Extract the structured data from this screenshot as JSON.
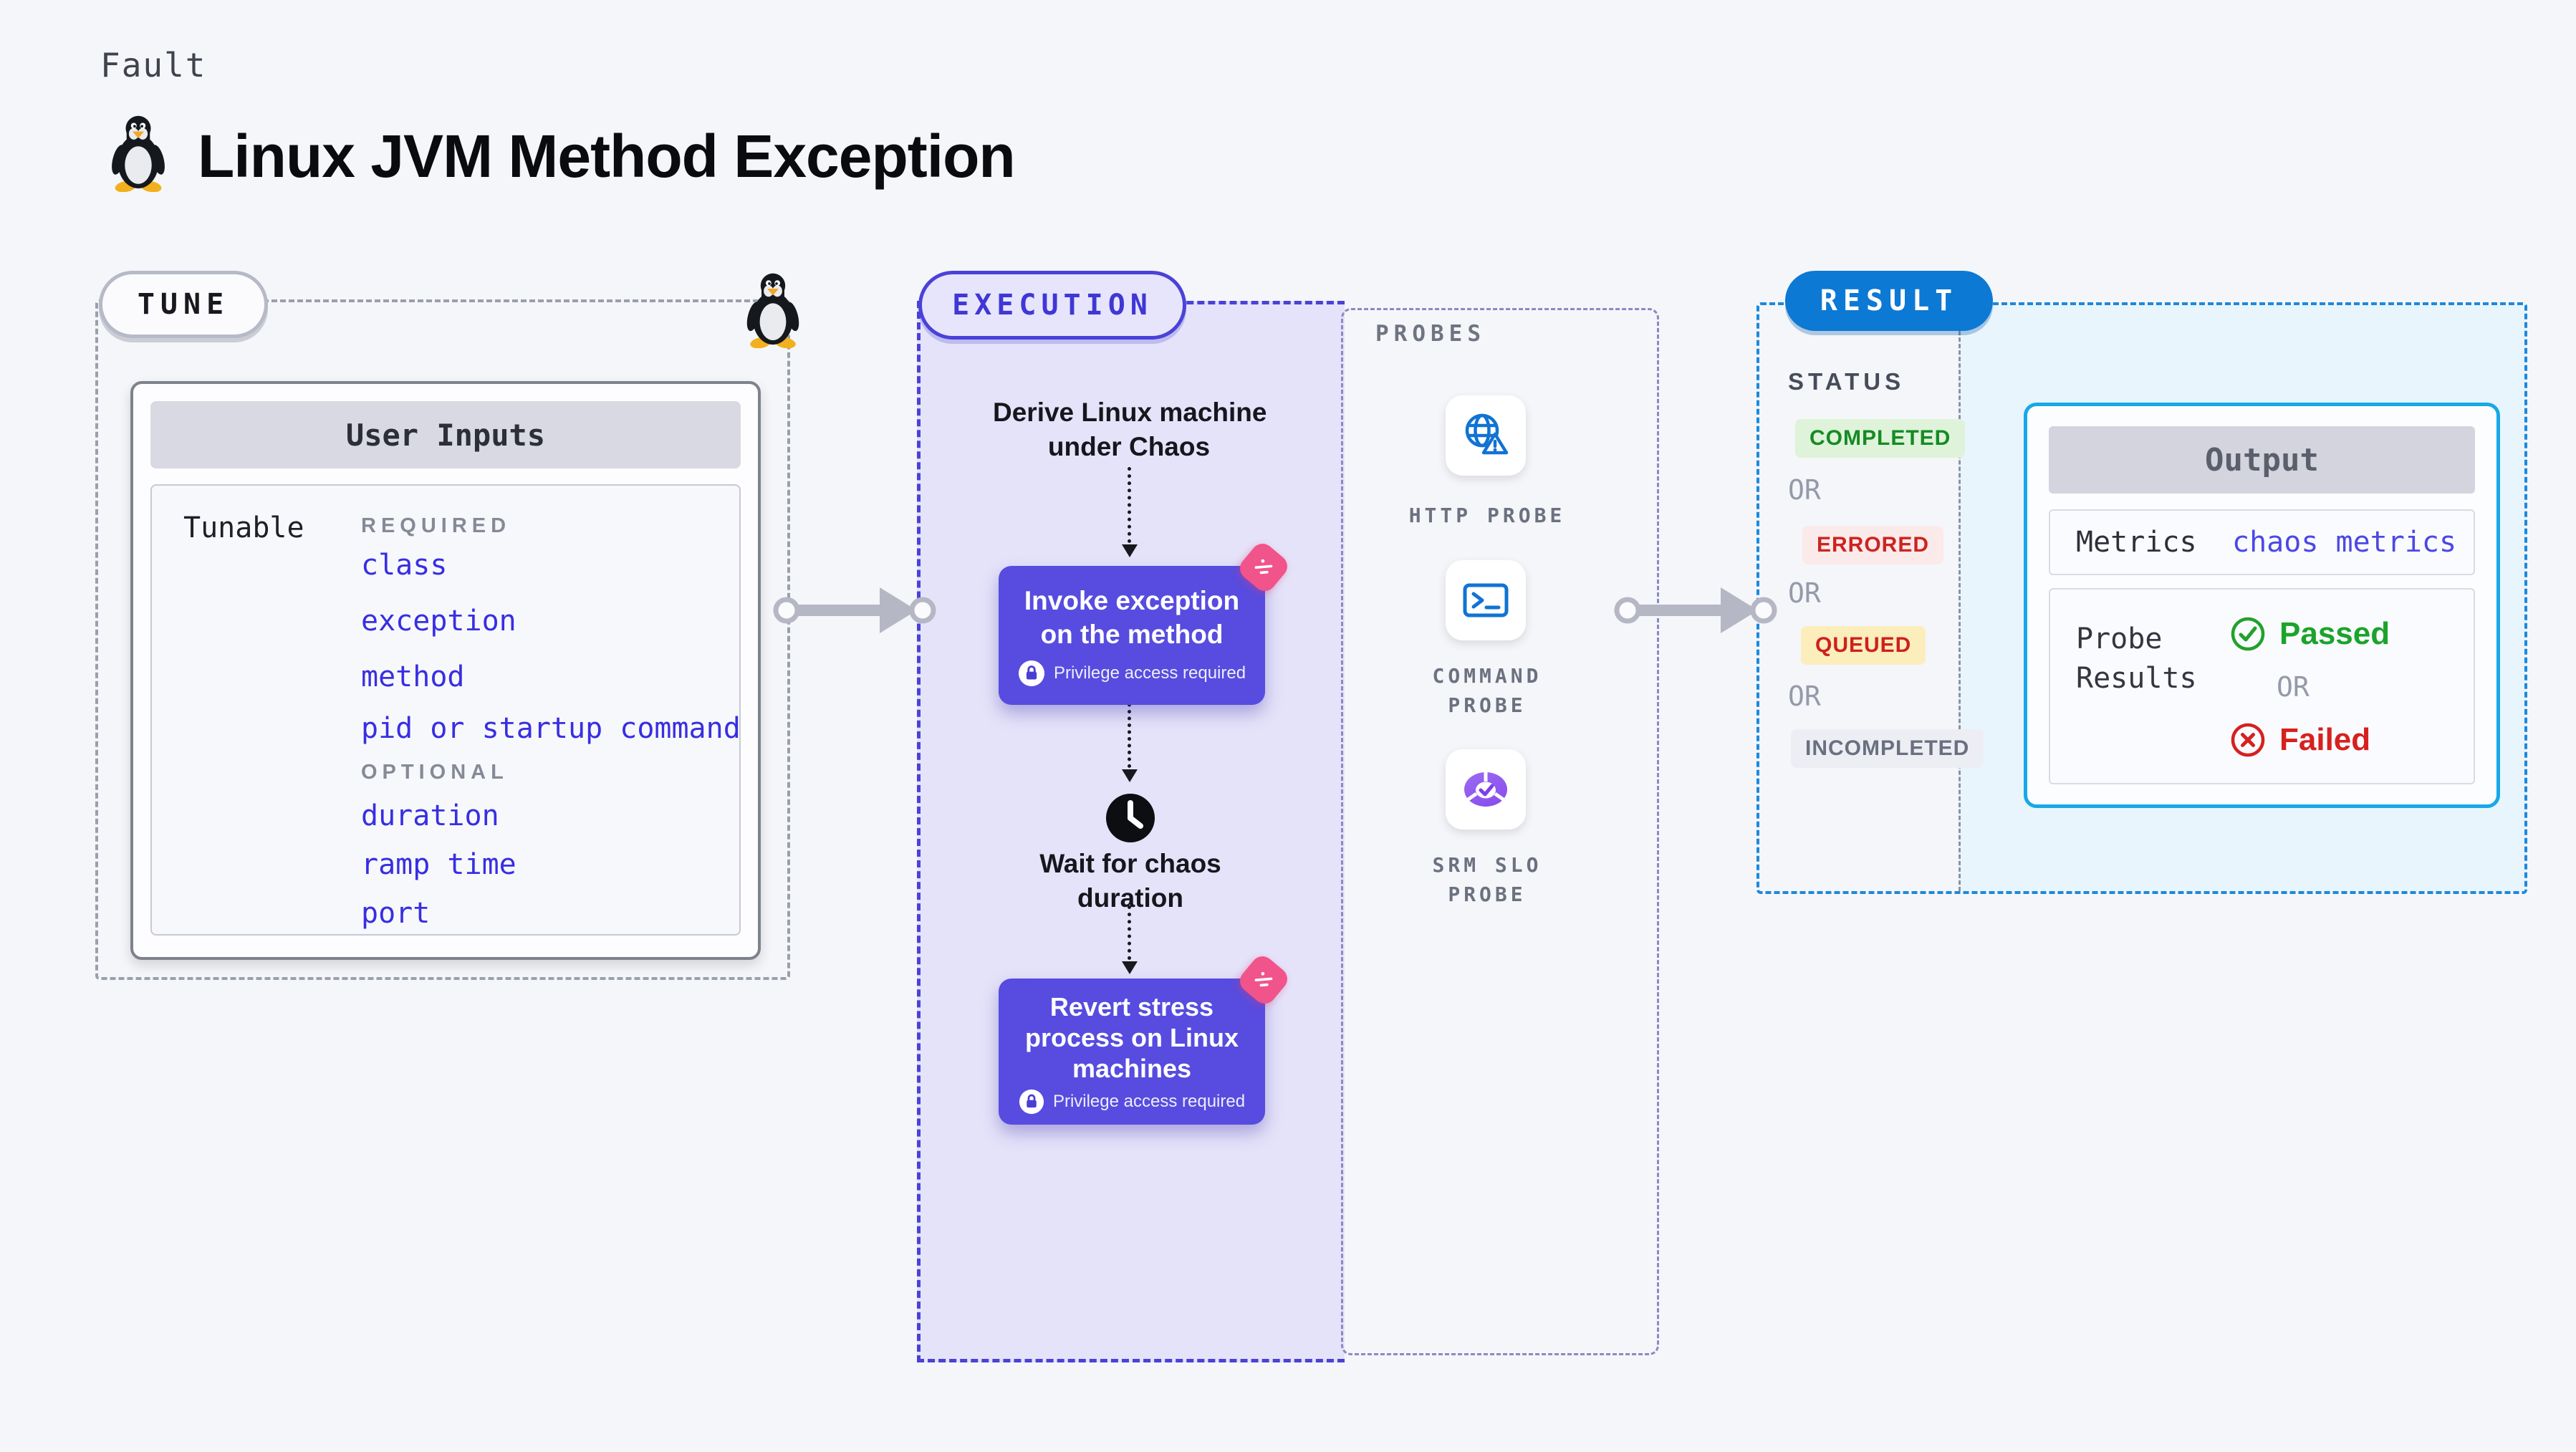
{
  "header": {
    "eyebrow": "Fault",
    "title": "Linux JVM Method Exception"
  },
  "tune": {
    "badge": "TUNE",
    "inputs_title": "User Inputs",
    "row_label": "Tunable",
    "required_label": "REQUIRED",
    "required_items": [
      "class",
      "exception",
      "method",
      "pid or startup command"
    ],
    "optional_label": "OPTIONAL",
    "optional_items": [
      "duration",
      "ramp time",
      "port"
    ]
  },
  "execution": {
    "badge": "EXECUTION",
    "derive_lines": [
      "Derive Linux machine",
      "under Chaos"
    ],
    "invoke_lines": [
      "Invoke exception",
      "on the method"
    ],
    "privilege_note": "Privilege access required",
    "wait_lines": [
      "Wait for chaos",
      "duration"
    ],
    "revert_lines": [
      "Revert stress",
      "process on Linux",
      "machines"
    ]
  },
  "probes": {
    "label": "PROBES",
    "http": {
      "icon": "globe-alert-icon",
      "label_lines": [
        "HTTP PROBE"
      ]
    },
    "command": {
      "icon": "terminal-icon",
      "label_lines": [
        "COMMAND",
        "PROBE"
      ]
    },
    "srm": {
      "icon": "slo-gauge-icon",
      "label_lines": [
        "SRM SLO",
        "PROBE"
      ]
    }
  },
  "result": {
    "badge": "RESULT",
    "status_label": "STATUS",
    "or_label": "OR",
    "statuses": [
      {
        "label": "COMPLETED",
        "style": "left:2506px;top:585px;color:#168a25;background:#def3d9;"
      },
      {
        "label": "ERRORED",
        "style": "left:2516px;top:734px;color:#cc2420;background:#fbeaea;"
      },
      {
        "label": "QUEUED",
        "style": "left:2514px;top:874px;color:#cd211c;background:#fcedbd;"
      },
      {
        "label": "INCOMPLETED",
        "style": "left:2500px;top:1018px;color:#6a7080;background:#eceef4;"
      }
    ],
    "output": {
      "title": "Output",
      "metrics_label": "Metrics",
      "metrics_value": "chaos metrics",
      "probe_results_lines": [
        "Probe",
        "Results"
      ],
      "passed_label": "Passed",
      "or_label": "OR",
      "failed_label": "Failed"
    }
  },
  "colors": {
    "accent_indigo": "#4a42d8",
    "node_purple": "#574cdf",
    "result_blue": "#0c79d4",
    "output_border": "#18a8e7",
    "tunable_link": "#382ee2",
    "passed_green": "#1ba32b",
    "failed_red": "#d6211e",
    "chaos_pink": "#f0548a"
  }
}
